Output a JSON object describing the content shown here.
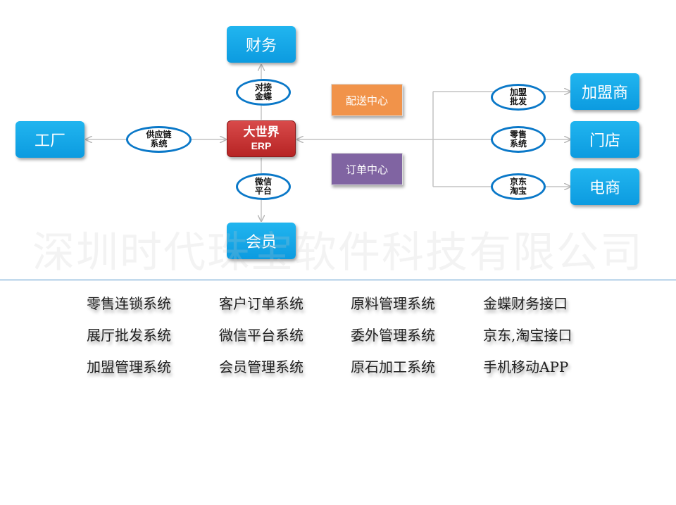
{
  "nodes": {
    "finance": "财务",
    "factory": "工厂",
    "core_line1": "大世界",
    "core_line2": "ERP",
    "member": "会员",
    "franchise": "加盟商",
    "store": "门店",
    "ecommerce": "电商"
  },
  "connectors": {
    "kingdee": [
      "对接",
      "金蝶"
    ],
    "supply_chain": [
      "供应链",
      "系统"
    ],
    "wechat": [
      "微信",
      "平台"
    ],
    "franchise_wholesale": [
      "加盟",
      "批发"
    ],
    "retail": [
      "零售",
      "系统"
    ],
    "jd_taobao": [
      "京东",
      "淘宝"
    ]
  },
  "hubs": {
    "distribution": "配送中心",
    "orders": "订单中心"
  },
  "watermark": "深圳时代珠宝软件科技有限公司",
  "modules": [
    [
      "零售连锁系统",
      "客户订单系统",
      "原料管理系统",
      "金蝶财务接口"
    ],
    [
      "展厅批发系统",
      "微信平台系统",
      "委外管理系统",
      "京东,淘宝接口"
    ],
    [
      "加盟管理系统",
      "会员管理系统",
      "原石加工系统",
      "手机移动APP"
    ]
  ],
  "colors": {
    "node_blue": "#1aa9eb",
    "core_red": "#c53030",
    "oval_border": "#0a78c8",
    "distribution": "#f1934a",
    "orders": "#8064a2",
    "divider": "#4a8fc8"
  }
}
